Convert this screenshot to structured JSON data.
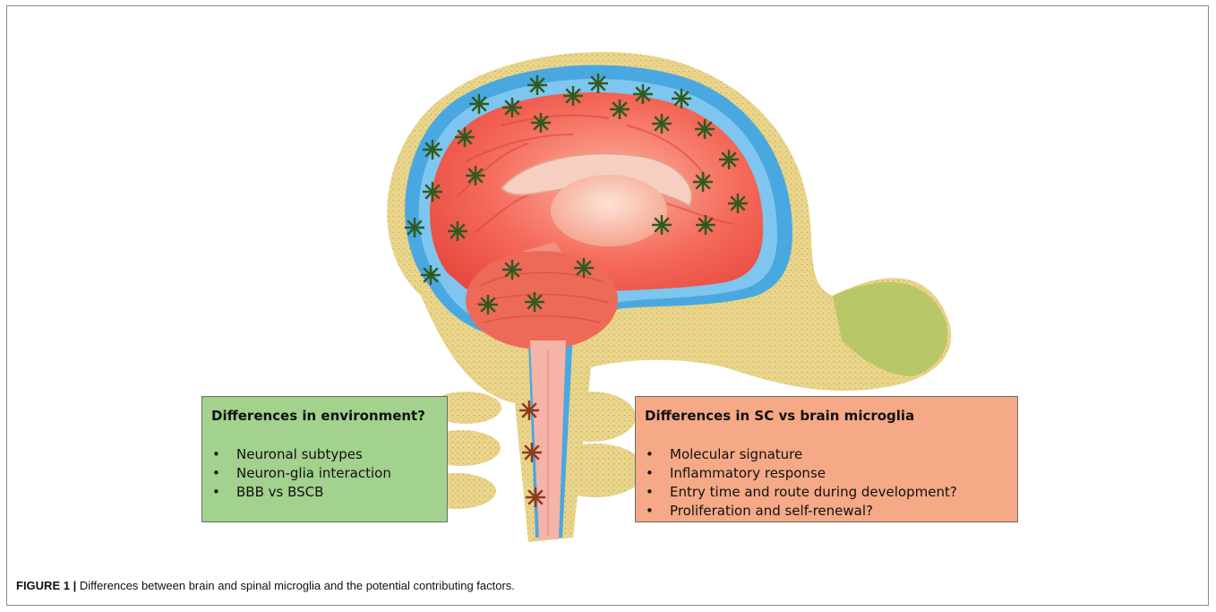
{
  "caption": {
    "label": "FIGURE 1 |",
    "text": " Differences between brain and spinal microglia and the potential contributing factors."
  },
  "green_box": {
    "title": "Differences in environment?",
    "items": [
      "Neuronal subtypes",
      "Neuron-glia interaction",
      "BBB vs BSCB"
    ]
  },
  "orange_box": {
    "title": "Differences in SC vs brain microglia",
    "items": [
      "Molecular signature",
      "Inflammatory response",
      "Entry time and route during development?",
      "Proliferation and self-renewal?"
    ]
  },
  "colors": {
    "brain_marker": "#2f5a1f",
    "spinal_marker": "#8b3a1a",
    "green_box": "#a3d18e",
    "orange_box": "#f5a986"
  }
}
